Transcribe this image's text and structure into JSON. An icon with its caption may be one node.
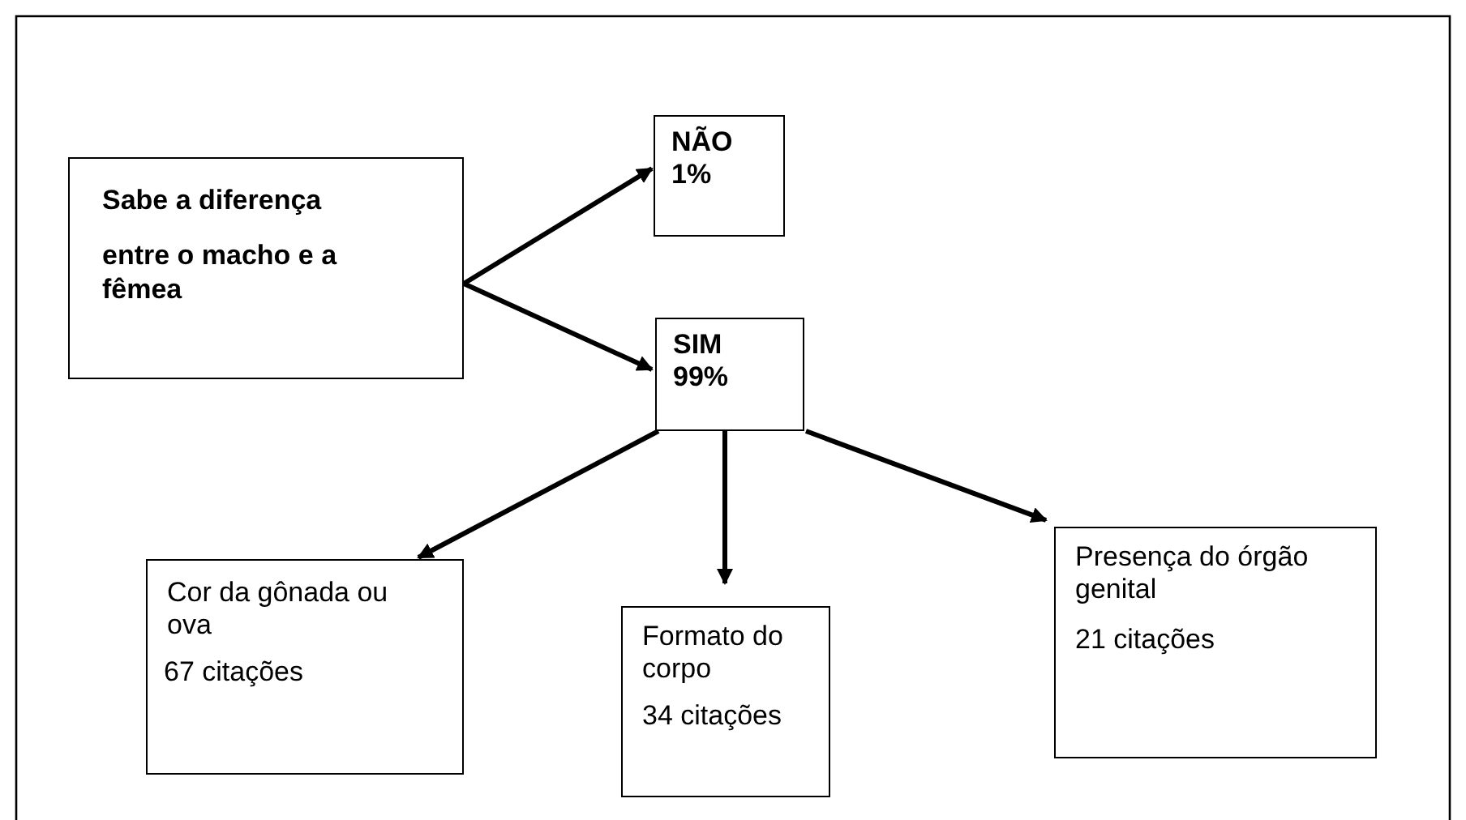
{
  "diagram": {
    "nodes": [
      {
        "text": [
          "Sabe a diferença",
          "entre o macho e a fêmea"
        ]
      },
      {
        "text": [
          "NÃO 1%"
        ]
      },
      {
        "text": [
          "SIM 99%"
        ]
      },
      {
        "text": [
          "Cor da gônada ou ova",
          "67 citações"
        ]
      },
      {
        "text": [
          "Formato do corpo",
          "34 citações"
        ]
      },
      {
        "text": [
          "Presença do órgão genital",
          "21 citações"
        ]
      }
    ],
    "edges": [
      {
        "from": 0,
        "to": 1,
        "arrow": "to"
      },
      {
        "from": 0,
        "to": 2,
        "arrow": "to"
      },
      {
        "from": 2,
        "to": 3,
        "arrow": "to"
      },
      {
        "from": 2,
        "to": 4,
        "arrow": "to"
      },
      {
        "from": 2,
        "to": 5,
        "arrow": "to"
      }
    ]
  }
}
